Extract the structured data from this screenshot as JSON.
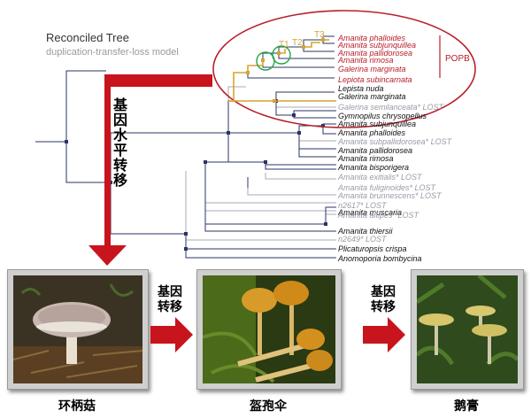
{
  "header": {
    "title": "Reconciled Tree",
    "subtitle": "duplication-transfer-loss model"
  },
  "event_labels": [
    "T1",
    "T2",
    "T3"
  ],
  "clade_label": "POPB",
  "transfer_label": [
    "基",
    "因",
    "水",
    "平",
    "转",
    "移"
  ],
  "taxa": [
    {
      "name": "Amanita phalloides",
      "status": "popb"
    },
    {
      "name": "Amanita subjunquillea",
      "status": "popb"
    },
    {
      "name": "Amanita pallidorosea",
      "status": "popb"
    },
    {
      "name": "Amanita rimosa",
      "status": "popb"
    },
    {
      "name": "Galerina marginata",
      "status": "popb"
    },
    {
      "name": "Lepiota subincarnata",
      "status": "popb"
    },
    {
      "name": "Lepista nuda",
      "status": "normal"
    },
    {
      "name": "Galerina marginata",
      "status": "normal"
    },
    {
      "name": "Galerina semilanceata* LOST",
      "status": "lost"
    },
    {
      "name": "Gymnopilus chrysopellus",
      "status": "normal"
    },
    {
      "name": "Amanita subjunquillea",
      "status": "normal"
    },
    {
      "name": "Amanita phalloides",
      "status": "normal"
    },
    {
      "name": "Amanita subpallidorosea* LOST",
      "status": "lost"
    },
    {
      "name": "Amanita pallidorosea",
      "status": "normal"
    },
    {
      "name": "Amanita rimosa",
      "status": "normal"
    },
    {
      "name": "Amanita bisporigera",
      "status": "normal"
    },
    {
      "name": "Amanita exitialis* LOST",
      "status": "lost"
    },
    {
      "name": "Amanita fuliginoides* LOST",
      "status": "lost"
    },
    {
      "name": "Amanita brunnescens* LOST",
      "status": "lost"
    },
    {
      "name": "n2617* LOST",
      "status": "lost"
    },
    {
      "name": "Amanita muscaria",
      "status": "normal"
    },
    {
      "name": "Amanita altipes* LOST",
      "status": "lost"
    },
    {
      "name": "Amanita thiersii",
      "status": "normal"
    },
    {
      "name": "n2649* LOST",
      "status": "lost"
    },
    {
      "name": "Plicaturopsis crispa",
      "status": "normal"
    },
    {
      "name": "Anomoporia bombycina",
      "status": "normal"
    }
  ],
  "photos": [
    {
      "caption": "环柄菇",
      "icon": "lepiota-mushroom-photo"
    },
    {
      "caption": "盔孢伞",
      "icon": "galerina-mushroom-photo"
    },
    {
      "caption": "鹅膏",
      "icon": "amanita-mushroom-photo"
    }
  ],
  "arrow_labels": [
    {
      "line1": "基因",
      "line2": "转移"
    },
    {
      "line1": "基因",
      "line2": "转移"
    }
  ],
  "colors": {
    "transfer_red": "#c8141c",
    "popb_red": "#b8202a",
    "tree_navy": "#2a3566",
    "tree_gray": "#a9a9b8",
    "transfer_gold": "#d4a531",
    "circle_green": "#22a34a",
    "lost_gray": "#9a9aa8"
  }
}
